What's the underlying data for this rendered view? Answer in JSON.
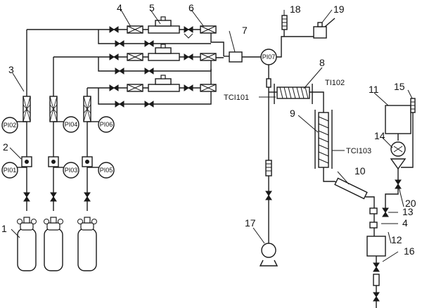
{
  "component_numbers": {
    "n1": "1",
    "n2": "2",
    "n3": "3",
    "n4a": "4",
    "n4b": "4",
    "n5": "5",
    "n6": "6",
    "n7": "7",
    "n8": "8",
    "n9": "9",
    "n10": "10",
    "n11": "11",
    "n12": "12",
    "n13": "13",
    "n14": "14",
    "n15": "15",
    "n16": "16",
    "n17": "17",
    "n18": "18",
    "n19": "19",
    "n20": "20"
  },
  "gauges": {
    "pi01": "PI01",
    "pi02": "PI02",
    "pi03": "PI03",
    "pi04": "PI04",
    "pi05": "PI05",
    "pi06": "PI06",
    "pi07": "PI07"
  },
  "instruments": {
    "tci101": "TCI101",
    "tci103": "TCI103",
    "ti102": "TI102"
  }
}
